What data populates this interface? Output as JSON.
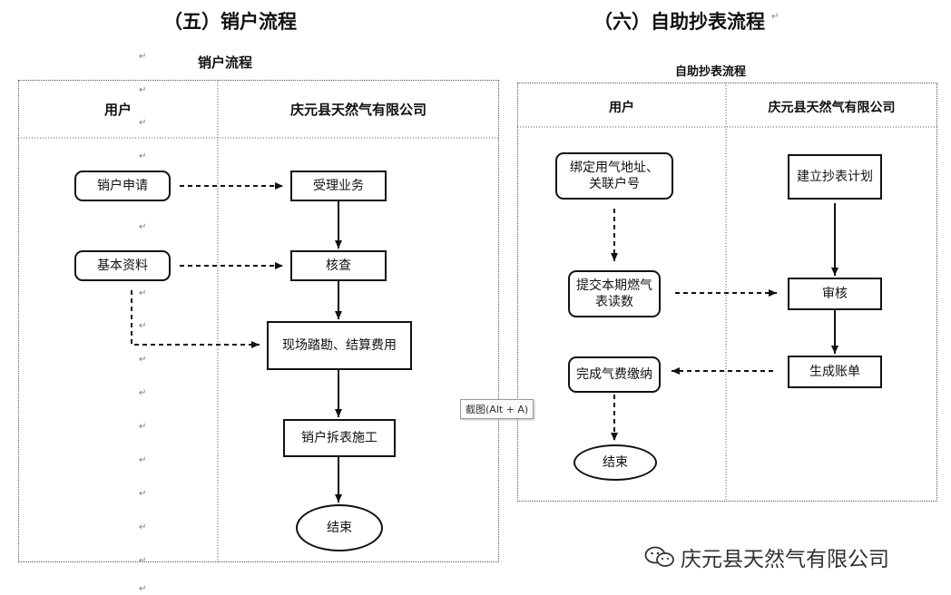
{
  "section5": {
    "heading": "（五）销户流程",
    "title": "销户流程",
    "lanes": {
      "user": "用户",
      "company": "庆元县天然气有限公司"
    },
    "nodes": {
      "apply": "销户申请",
      "accept": "受理业务",
      "basic_info": "基本资料",
      "verify": "核查",
      "survey": "现场踏勘、结算费用",
      "dismantle": "销户拆表施工",
      "end": "结束"
    }
  },
  "section6": {
    "heading": "（六）自助抄表流程",
    "title": "自助抄表流程",
    "lanes": {
      "user": "用户",
      "company": "庆元县天然气有限公司"
    },
    "nodes": {
      "bind": "绑定用气地址、\n关联户号",
      "plan": "建立抄表计划",
      "submit": "提交本期燃气\n表读数",
      "review": "审核",
      "bill": "生成账单",
      "pay": "完成气费缴纳",
      "end": "结束"
    }
  },
  "paragraph_mark": "↵",
  "tooltip": "截图(Alt + A)",
  "watermark": "庆元县天然气有限公司",
  "icon_names": [
    "paragraph-mark-icon",
    "wechat-icon"
  ]
}
